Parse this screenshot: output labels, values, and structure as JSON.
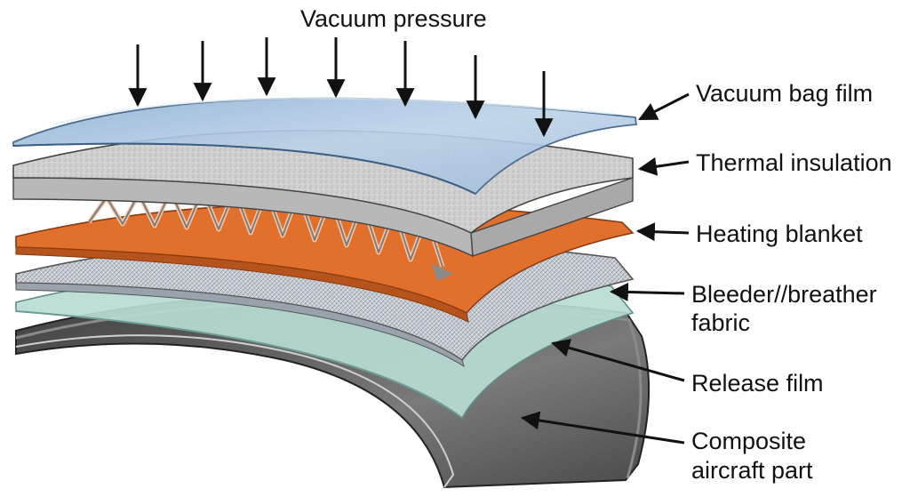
{
  "title": "Vacuum pressure",
  "labels": {
    "vacuum_bag_film": "Vacuum bag film",
    "thermal_insulation": "Thermal insulation",
    "heating_blanket": "Heating blanket",
    "bleeder_line1": "Bleeder//breather",
    "bleeder_line2": "fabric",
    "release_film": "Release film",
    "composite_line1": "Composite",
    "composite_line2": "aircraft part"
  },
  "colors": {
    "vacuum_bag": "#a9c4df",
    "insulation": "#c9c9c9",
    "heating": "#e0702c",
    "bleeder": "#c7ccd2",
    "release": "#b7dcd5",
    "composite": "#5e5e5e",
    "arrow": "#111111"
  }
}
